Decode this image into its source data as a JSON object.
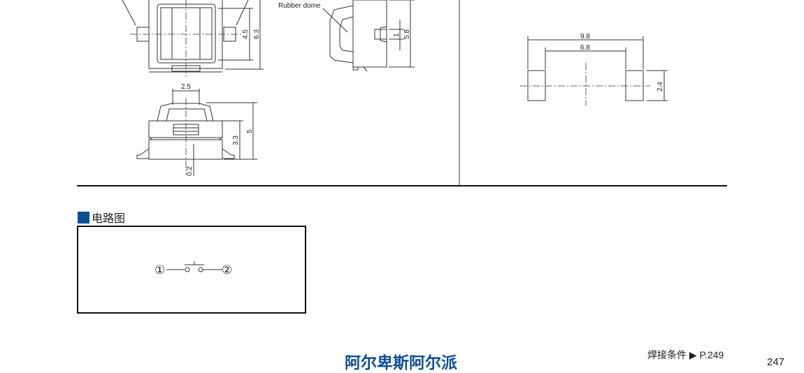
{
  "drawing": {
    "callout_label": "Rubber dome",
    "top_view_dims": {
      "inner": "4.5",
      "outer": "6.3"
    },
    "front_view_dims": {
      "stem_width": "2.5",
      "height_total": "5",
      "body_height": "3.3",
      "lead_offset": "0.2"
    },
    "side_view_dims": {
      "stem": "1",
      "depth": "5.8"
    },
    "footprint_dims": {
      "outer_span": "9.8",
      "inner_span": "6.8",
      "pad_height": "2.4"
    }
  },
  "circuit_section": {
    "title": "电路图",
    "terminal_1": "①",
    "terminal_2": "②"
  },
  "footer": {
    "brand": "阿尔卑斯阿尔派",
    "solder_ref": "焊接条件 ▶ P.249",
    "page_number": "247"
  },
  "colors": {
    "brand_blue": "#0d4f95"
  }
}
